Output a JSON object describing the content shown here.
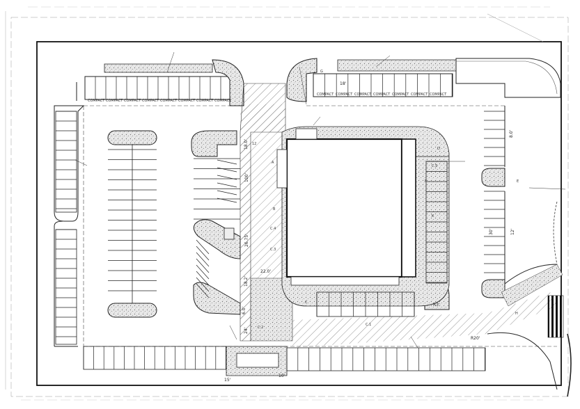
{
  "stall_tags": [
    "COMPACT",
    "COMPACT",
    "COMPACT",
    "COMPACT",
    "COMPACT",
    "COMPACT",
    "COMPACT",
    "COMPACT",
    "COMPACT",
    "COMPACT",
    "COMPACT",
    "COMPACT",
    "COMPACT",
    "COMPACT",
    "COMPACT"
  ],
  "dimensions": {
    "d_100": "100'",
    "d_2675": "26.75'",
    "d_220": "22.0'",
    "d_182": "18.2'",
    "d_60": "6.0'",
    "d_180": "18.0'",
    "d_240": "24'",
    "d_r20": "R20'",
    "d_r": "R3'",
    "d_18b": "18'",
    "d_15": "15'",
    "d_10": "10'",
    "d_30": "30'",
    "d_12": "12'",
    "d_80": "8.0'"
  },
  "marks": {
    "m_a": "A",
    "m_b": "B",
    "m_c": "C",
    "m_d": "D",
    "m_e": "E",
    "m_f": "F",
    "m_ca": "C.4",
    "m_cb": "C.3",
    "m_cc": "C.2",
    "m_cd": "C.5",
    "m_ce": "C.1",
    "m_g": "G",
    "m_h": "H",
    "m_k": "K",
    "m_12": "12"
  }
}
